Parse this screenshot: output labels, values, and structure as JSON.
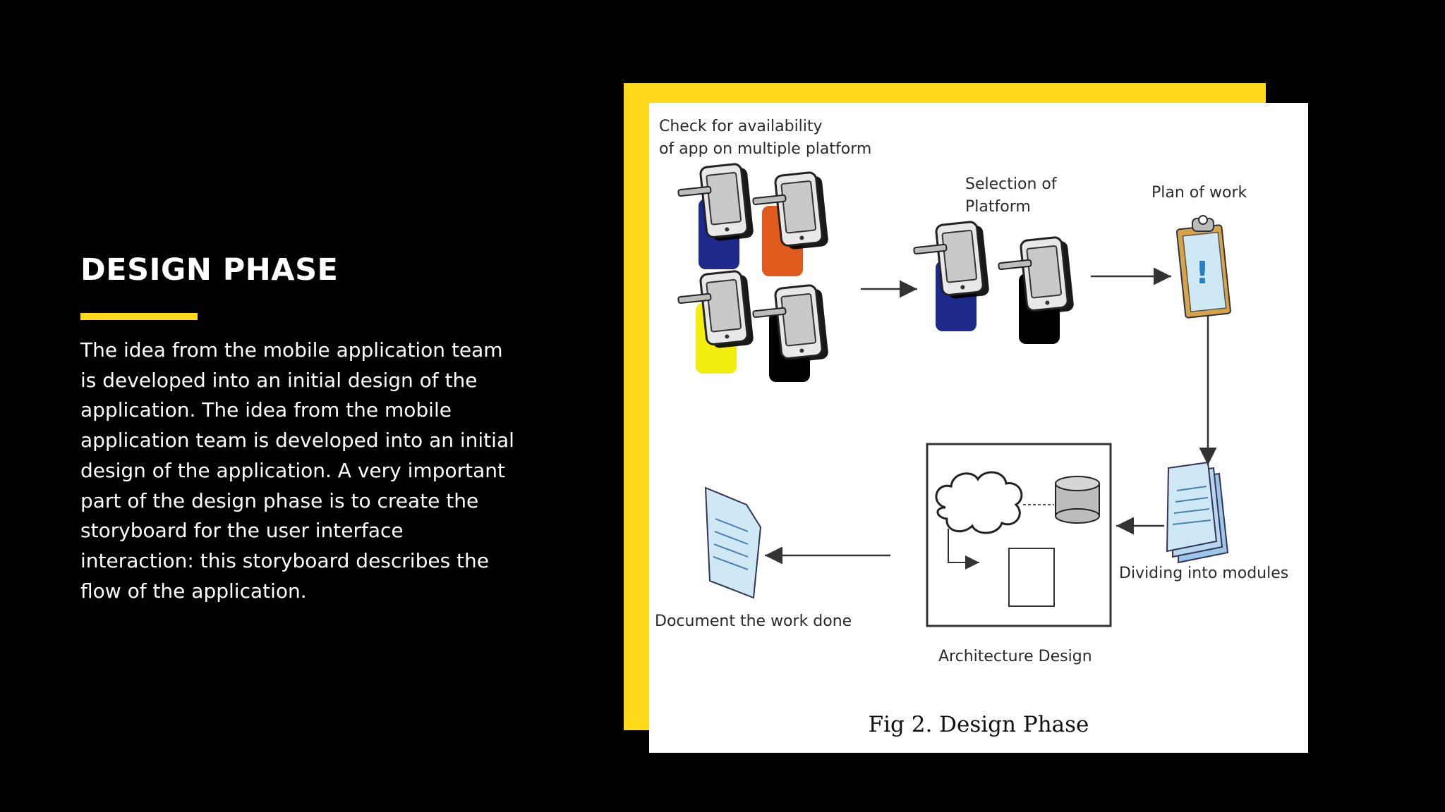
{
  "slide": {
    "title": "DESIGN PHASE",
    "body": "The idea from the mobile application team is developed into an initial design of the application. The idea from the mobile application team is developed into an initial design of the application. A very important part of the design phase is to create the storyboard for the user interface interaction: this storyboard describes the flow of the application."
  },
  "diagram": {
    "labels": {
      "check_line1": "Check for availability",
      "check_line2": "of app on multiple platform",
      "selection_line1": "Selection of",
      "selection_line2": "Platform",
      "plan": "Plan of work",
      "dividing": "Dividing into modules",
      "architecture": "Architecture Design",
      "document": "Document the work done"
    },
    "caption": "Fig 2. Design Phase"
  },
  "colors": {
    "background": "#000000",
    "accent": "#FFD91A",
    "text": "#FFFFFF",
    "device_navy": "#1e2a8a",
    "device_orange": "#e05a1e",
    "device_yellow": "#f4ee10",
    "doc_blue": "#cfe8f6"
  },
  "icons": [
    "tablet-icon",
    "clipboard-icon",
    "stacked-documents-icon",
    "document-icon",
    "cloud-icon",
    "database-icon"
  ]
}
